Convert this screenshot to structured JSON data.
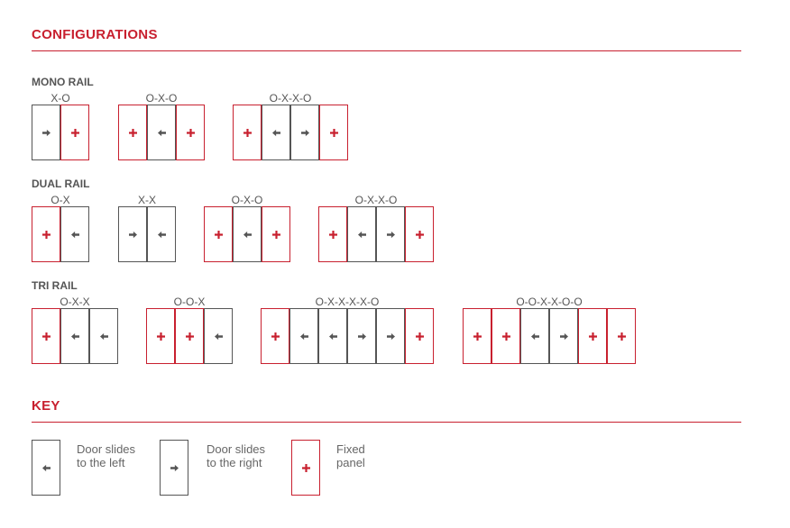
{
  "configurations_title": "CONFIGURATIONS",
  "key_title": "KEY",
  "sections": [
    {
      "label": "MONO RAIL",
      "groups": [
        {
          "code": "X-O",
          "panels": [
            "right",
            "fixed"
          ]
        },
        {
          "code": "O-X-O",
          "panels": [
            "fixed",
            "left",
            "fixed"
          ]
        },
        {
          "code": "O-X-X-O",
          "panels": [
            "fixed",
            "left",
            "right",
            "fixed"
          ]
        }
      ]
    },
    {
      "label": "DUAL RAIL",
      "groups": [
        {
          "code": "O-X",
          "panels": [
            "fixed",
            "left"
          ]
        },
        {
          "code": "X-X",
          "panels": [
            "right",
            "left"
          ]
        },
        {
          "code": "O-X-O",
          "panels": [
            "fixed",
            "left",
            "fixed"
          ]
        },
        {
          "code": "O-X-X-O",
          "panels": [
            "fixed",
            "left",
            "right",
            "fixed"
          ]
        }
      ]
    },
    {
      "label": "TRI RAIL",
      "groups": [
        {
          "code": "O-X-X",
          "panels": [
            "fixed",
            "left",
            "left"
          ]
        },
        {
          "code": "O-O-X",
          "panels": [
            "fixed",
            "fixed",
            "left"
          ]
        },
        {
          "code": "O-X-X-X-X-O",
          "panels": [
            "fixed",
            "left",
            "left",
            "right",
            "right",
            "fixed"
          ]
        },
        {
          "code": "O-O-X-X-O-O",
          "panels": [
            "fixed",
            "fixed",
            "left",
            "right",
            "fixed",
            "fixed"
          ]
        }
      ]
    }
  ],
  "key": [
    {
      "type": "left",
      "label": "Door slides\nto the left"
    },
    {
      "type": "right",
      "label": "Door slides\nto the right"
    },
    {
      "type": "fixed",
      "label": "Fixed\npanel"
    }
  ],
  "colors": {
    "accent": "#c8202f",
    "arrow": "#555555",
    "border": "#555555"
  },
  "icons": {
    "left": "arrow-left-icon",
    "right": "arrow-right-icon",
    "fixed": "plus-icon"
  }
}
